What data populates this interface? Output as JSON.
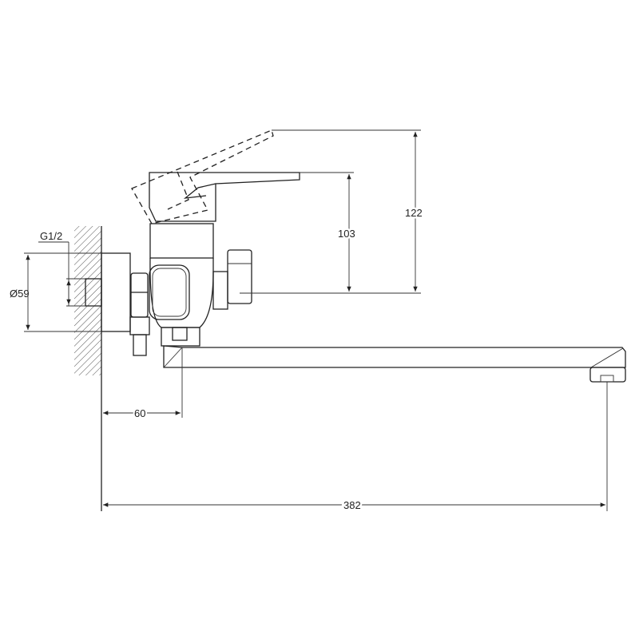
{
  "drawing": {
    "title": "Wall-mounted faucet with long swivel spout",
    "dimensions": {
      "thread": "G1/2",
      "flange_diameter": "Ø59",
      "wall_to_spout": "60",
      "total_reach": "382",
      "body_height": "103",
      "lever_raised_height": "122"
    },
    "colors": {
      "line": "#222222",
      "background": "#ffffff"
    }
  }
}
